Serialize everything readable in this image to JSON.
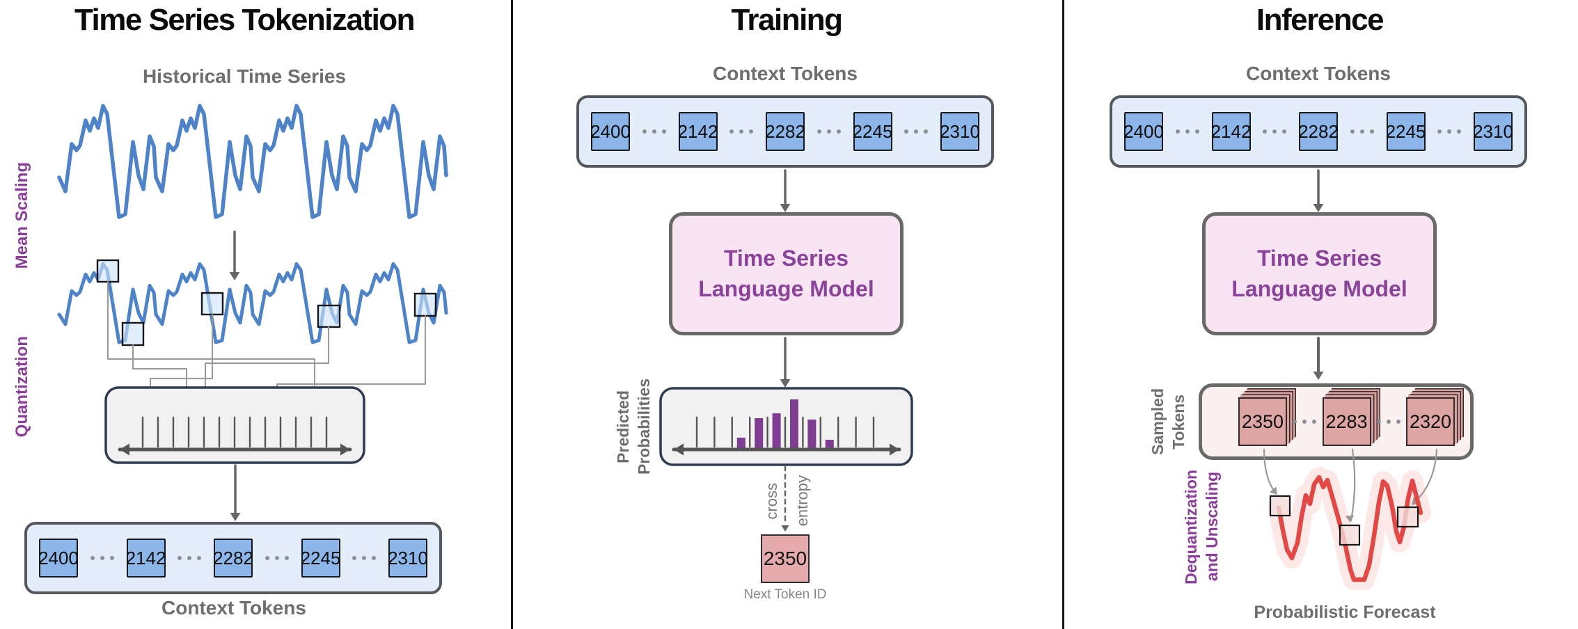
{
  "colors": {
    "series_blue": "#4e83c8",
    "token_fill": "#8cb6e9",
    "token_container_fill": "#e4edfa",
    "model_fill": "#f9e4f4",
    "model_text_purple": "#8b4399",
    "accent_purple": "#8b3f9b",
    "bar_purple": "#7e3d91",
    "pink_card": "#dda5a3",
    "pink_container": "#faf0ef",
    "next_token_fill": "#e5aaac",
    "forecast_red": "#e04946",
    "label_gray": "#6e6e6e"
  },
  "tokenization": {
    "title": "Time Series Tokenization",
    "historical_label": "Historical Time Series",
    "mean_scaling_label": "Mean Scaling",
    "quantization_label": "Quantization",
    "tokens": [
      "2400",
      "2142",
      "2282",
      "2245",
      "2310"
    ],
    "context_tokens_label": "Context Tokens"
  },
  "training": {
    "title": "Training",
    "context_tokens_label": "Context Tokens",
    "tokens": [
      "2400",
      "2142",
      "2282",
      "2245",
      "2310"
    ],
    "model_name": [
      "Time Series",
      "Language Model"
    ],
    "predicted_probabilities_label": [
      "Predicted",
      "Probabilities"
    ],
    "cross_entropy_label": [
      "cross",
      "entropy"
    ],
    "histogram_bar_heights": [
      15,
      43,
      50,
      70,
      41,
      12
    ],
    "histogram_tick_count": 11,
    "next_token_id": "2350",
    "next_token_caption": "Next Token ID"
  },
  "inference": {
    "title": "Inference",
    "context_tokens_label": "Context Tokens",
    "tokens": [
      "2400",
      "2142",
      "2282",
      "2245",
      "2310"
    ],
    "model_name": [
      "Time Series",
      "Language Model"
    ],
    "sampled_tokens_label": [
      "Sampled",
      "Tokens"
    ],
    "sampled_tokens": [
      "2350",
      "2283",
      "2320"
    ],
    "dequantization_label": [
      "Dequantization",
      "and Unscaling"
    ],
    "forecast_caption": "Probabilistic Forecast"
  }
}
